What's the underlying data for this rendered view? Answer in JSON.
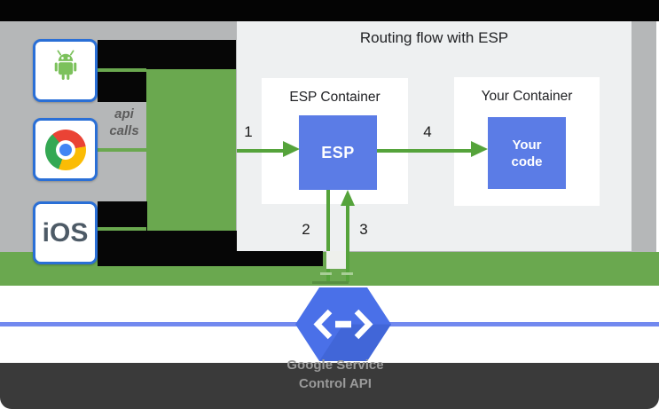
{
  "panel": {
    "title": "Routing flow with ESP",
    "esp_container": {
      "label": "ESP Container",
      "box_label": "ESP"
    },
    "your_container": {
      "label": "Your Container",
      "box_line1": "Your",
      "box_line2": "code"
    }
  },
  "clients": {
    "android_icon": "android-robot-icon",
    "chrome_icon": "chrome-browser-icon",
    "ios_label": "iOS",
    "annotation_line1": "api",
    "annotation_line2": "calls"
  },
  "steps": {
    "s1": "1",
    "s2": "2",
    "s3": "3",
    "s4": "4"
  },
  "footer": {
    "icon": "google-cloud-hexagon-code-icon",
    "caption_line1": "Google Service",
    "caption_line2": "Control API"
  },
  "colors": {
    "green": "#6aa84f",
    "arrow_green": "#55a33b",
    "box_blue": "#5b7ce6",
    "hexagon_blue": "#4a70e8",
    "network_line_blue": "#7289ef",
    "panel_gray": "#eef0f1",
    "background_gray": "#b5b7b8",
    "top_band_black": "#040404",
    "footer_band_dark": "#3a3a3a"
  }
}
